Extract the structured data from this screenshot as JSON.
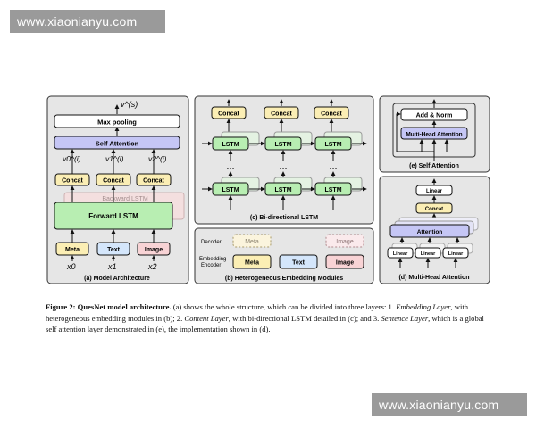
{
  "watermarks": {
    "top": "www.xiaonianyu.com",
    "bottom": "www.xiaonianyu.com"
  },
  "panel_a": {
    "v_s": "v^(s)",
    "max_pooling": "Max pooling",
    "self_attention": "Self Attention",
    "v_labels": [
      "v0^(i)",
      "v1^(i)",
      "v2^(i)"
    ],
    "concat": "Concat",
    "backward_lstm": "Backward LSTM",
    "forward_lstm": "Forward LSTM",
    "inputs": [
      "Meta",
      "Text",
      "Image"
    ],
    "x_labels": [
      "x0",
      "x1",
      "x2"
    ],
    "caption": "(a) Model Architecture"
  },
  "panel_c": {
    "concat": "Concat",
    "lstm": "LSTM",
    "dots": "...",
    "caption": "(c) Bi-directional LSTM"
  },
  "panel_b": {
    "decoder": "Decoder",
    "embedding": "Embedding",
    "encoder": "Encoder",
    "decoder_items": [
      "Meta",
      "Image"
    ],
    "encoder_items": [
      "Meta",
      "Text",
      "Image"
    ],
    "caption": "(b) Heterogeneous Embedding Modules"
  },
  "panel_e": {
    "add_norm": "Add & Norm",
    "mha": "Multi-Head Attention",
    "caption": "(e) Self Attention"
  },
  "panel_d": {
    "linear": "Linear",
    "concat": "Concat",
    "attention": "Attention",
    "caption": "(d) Multi-Head Attention"
  },
  "figure_caption": {
    "label": "Figure 2: QuesNet model architecture.",
    "t1": " (a) shows the whole structure, which can be divided into three layers: 1. ",
    "embedding_layer": "Embedding Layer",
    "t2": ", with heterogeneous embedding modules in (b); 2. ",
    "content_layer": "Content Layer",
    "t3": ", with bi-directional LSTM detailed in (c); and 3. ",
    "sentence_layer": "Sentence Layer",
    "t4": ", which is a global self attention layer demonstrated in (e), the implementation shown in (d)."
  },
  "colors": {
    "panel_bg": "#e6e6e6",
    "self_attention": "#c5c6f5",
    "lstm_green": "#b8eeb2",
    "meta_yellow": "#fbeeb4",
    "text_blue": "#d4e6fb",
    "image_pink": "#f8d3d5",
    "backward_pink": "#f7dede"
  }
}
